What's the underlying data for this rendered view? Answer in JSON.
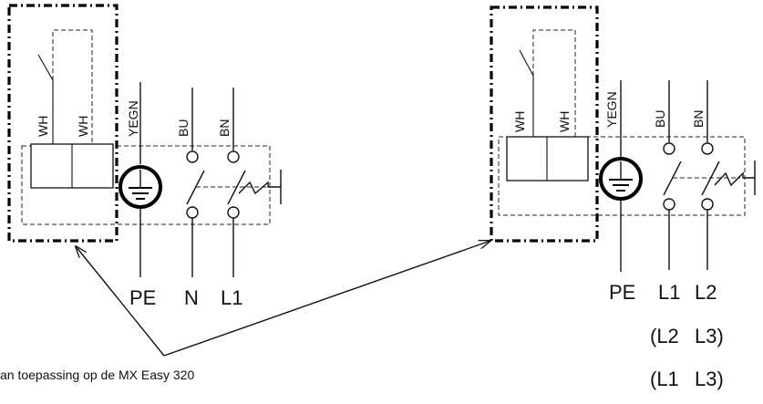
{
  "left": {
    "wire_labels": [
      "WH",
      "WH",
      "YEGN",
      "BU",
      "BN"
    ],
    "terminal_labels": [
      "PE",
      "N",
      "L1"
    ]
  },
  "right": {
    "wire_labels": [
      "WH",
      "WH",
      "YEGN",
      "BU",
      "BN"
    ],
    "terminal_labels": [
      "PE",
      "L1",
      "L2"
    ],
    "alt_row_1": [
      "(L2",
      "L3)"
    ],
    "alt_row_2": [
      "(L1",
      "L3)"
    ]
  },
  "caption": "an toepassing op de MX Easy 320"
}
